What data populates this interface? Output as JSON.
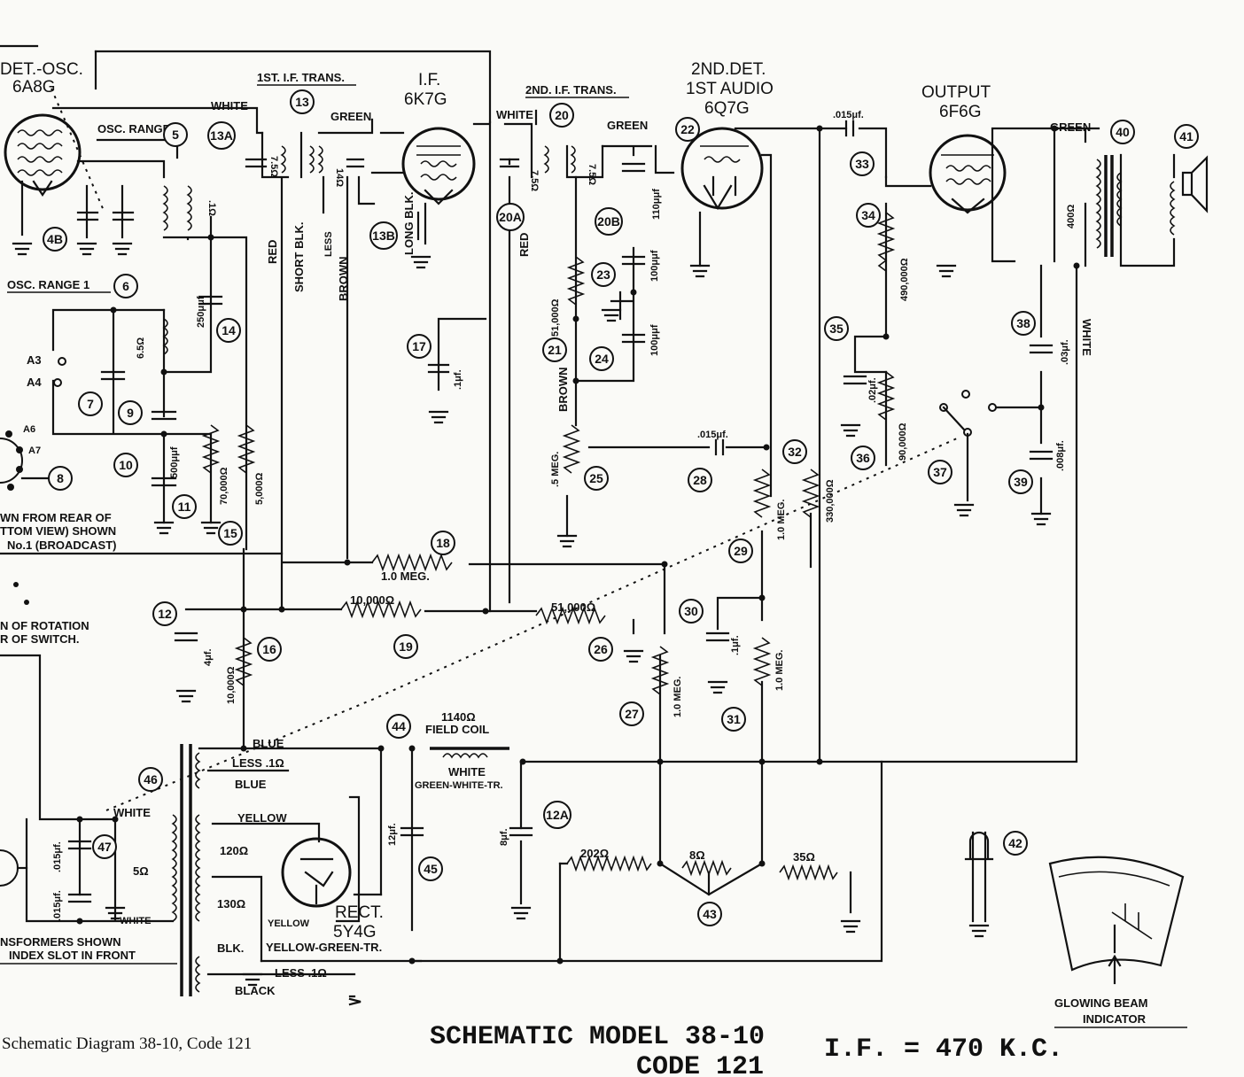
{
  "tubes": {
    "det_osc": [
      "DET.-OSC.",
      "6A8G"
    ],
    "if": [
      "I.F.",
      "6K7G"
    ],
    "det2": [
      "2ND.DET.",
      "1ST AUDIO",
      "6Q7G"
    ],
    "output": [
      "OUTPUT",
      "6F6G"
    ],
    "rect": [
      "RECT.",
      "5Y4G"
    ]
  },
  "labels": {
    "trans1": "1ST. I.F. TRANS.",
    "trans2": "2ND. I.F. TRANS.",
    "white": "WHITE",
    "green": "GREEN",
    "red": "RED",
    "short_blk": "SHORT BLK.",
    "long_blk": "LONG BLK.",
    "brown": "BROWN",
    "less": "LESS",
    "osc_range2": "OSC. RANGE 2",
    "osc_range1": "OSC. RANGE 1",
    "less1": "LESS .1Ω",
    "blue": "BLUE",
    "yellow": "YELLOW",
    "blk": "BLK.",
    "black": "BLACK",
    "field_coil": "FIELD COIL",
    "green_white_tr": "GREEN-WHITE-TR.",
    "yellow_green_tr": "YELLOW-GREEN-TR.",
    "a3": "A3",
    "a4": "A4",
    "a6": "A6",
    "a7": "A7",
    "glowing_beam": [
      "GLOWING BEAM",
      "INDICATOR"
    ],
    "note_top": [
      "WN FROM REAR OF",
      "TTOM VIEW) SHOWN",
      "No.1 (BROADCAST)"
    ],
    "note_rot": [
      "N OF ROTATION",
      "R OF SWITCH."
    ],
    "note_bottom": [
      "NSFORMERS SHOWN",
      "INDEX SLOT IN FRONT"
    ]
  },
  "values": {
    "r7_5": "7.5Ω",
    "r14": "14Ω",
    "r01": ".1Ω",
    "r7_5b": "7.5Ω",
    "r7_5c": "7.5Ω",
    "c015top": ".015μf.",
    "c250": "250μμf",
    "c110": "110μμf",
    "c100a": "100μμf",
    "c100b": "100μμf",
    "r6_5": "6.5Ω",
    "c500": "500μμf",
    "r70k": "70,000Ω",
    "r5k": "5,000Ω",
    "r51k": "51,000Ω",
    "r5meg": ".5 MEG.",
    "c1a": ".1μf.",
    "c015mid": ".015μf.",
    "r490k": "490,000Ω",
    "r400": "400Ω",
    "c02": ".02μf.",
    "r90k": "90,000Ω",
    "r330k": "330,000Ω",
    "r1meg_29": "1.0 MEG.",
    "c03": ".03μf.",
    "c008": ".008μf.",
    "r1meg_18": "1.0 MEG.",
    "r10k_19": "10,000Ω",
    "r51k_26": "51,000Ω",
    "c4": "4μf.",
    "r10k_16": "10,000Ω",
    "c1b": ".1μf.",
    "r1meg_27": "1.0 MEG.",
    "r1meg_31": "1.0 MEG.",
    "r1140": "1140Ω",
    "c12": "12μf.",
    "c8": "8μf.",
    "r202": "202Ω",
    "r8": "8Ω",
    "r35": "35Ω",
    "r120": "120Ω",
    "r130": "130Ω",
    "r5": "5Ω",
    "c015b": ".015μf.",
    "c015c": ".015μf.",
    "white_lbl": "WHITE"
  },
  "callouts": [
    "4B",
    "5",
    "6",
    "7",
    "8",
    "9",
    "10",
    "11",
    "12",
    "12A",
    "13",
    "13A",
    "13B",
    "14",
    "15",
    "16",
    "17",
    "18",
    "19",
    "20",
    "20A",
    "20B",
    "21",
    "22",
    "23",
    "24",
    "25",
    "26",
    "27",
    "28",
    "29",
    "30",
    "31",
    "32",
    "33",
    "34",
    "35",
    "36",
    "37",
    "38",
    "39",
    "40",
    "41",
    "42",
    "43",
    "44",
    "45",
    "46",
    "47"
  ],
  "caption": "Schematic Diagram 38-10, Code 121",
  "title": "SCHEMATIC  MODEL 38-10",
  "code": "CODE 121",
  "if_freq": "I.F. = 470 K.C."
}
